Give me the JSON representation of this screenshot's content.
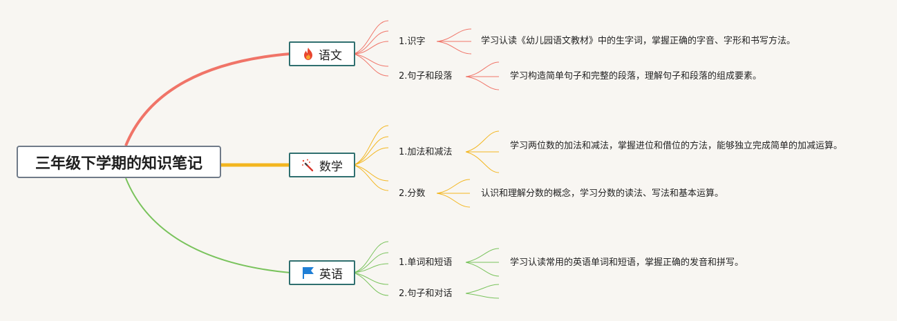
{
  "root": {
    "title": "三年级下学期的知识笔记"
  },
  "colors": {
    "chinese": "#f07468",
    "math": "#f3b61f",
    "english": "#79c35c"
  },
  "branches": [
    {
      "title": "语文",
      "icon": "fire-icon",
      "topics": [
        {
          "label": "1.识字",
          "desc": "学习认读《幼儿园语文教材》中的生字词，掌握正确的字音、字形和书写方法。"
        },
        {
          "label": "2.句子和段落",
          "desc": "学习构造简单句子和完整的段落，理解句子和段落的组成要素。"
        }
      ]
    },
    {
      "title": "数学",
      "icon": "magic-wand-icon",
      "topics": [
        {
          "label": "1.加法和减法",
          "desc": "学习两位数的加法和减法，掌握进位和借位的方法，能够独立完成简单的加减运算。"
        },
        {
          "label": "2.分数",
          "desc": "认识和理解分数的概念，学习分数的读法、写法和基本运算。"
        }
      ]
    },
    {
      "title": "英语",
      "icon": "flag-icon",
      "topics": [
        {
          "label": "1.单词和短语",
          "desc": "学习认读常用的英语单词和短语，掌握正确的发音和拼写。"
        },
        {
          "label": "2.句子和对话",
          "desc": ""
        }
      ]
    }
  ]
}
